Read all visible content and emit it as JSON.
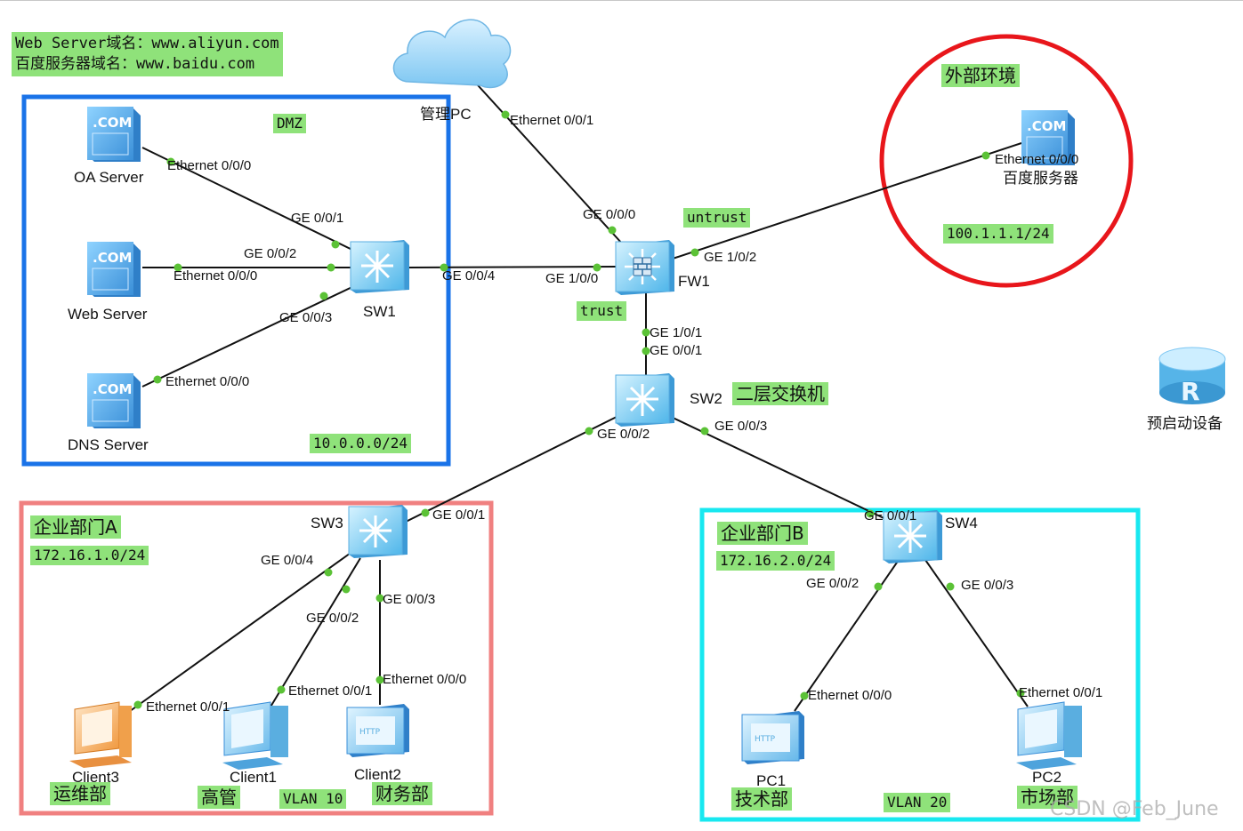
{
  "header_note": {
    "line1": "Web Server域名：www.aliyun.com",
    "line2": "百度服务器域名：www.baidu.com"
  },
  "zones": {
    "dmz": {
      "name": "DMZ",
      "subnet": "10.0.0.0/24"
    },
    "external": {
      "name": "外部环境",
      "subnet": "100.1.1.1/24"
    },
    "dept_a": {
      "name": "企业部门A",
      "subnet": "172.16.1.0/24",
      "vlan": "VLAN 10"
    },
    "dept_b": {
      "name": "企业部门B",
      "subnet": "172.16.2.0/24",
      "vlan": "VLAN 20"
    },
    "untrust": "untrust",
    "trust": "trust",
    "l2_switch": "二层交换机"
  },
  "nodes": {
    "cloud": "管理PC",
    "oa": "OA Server",
    "web": "Web Server",
    "dns": "DNS Server",
    "sw1": "SW1",
    "fw1": "FW1",
    "baidu": "百度服务器",
    "sw2": "SW2",
    "sw3": "SW3",
    "sw4": "SW4",
    "client3": "Client3",
    "client1": "Client1",
    "client2": "Client2",
    "pc1": "PC1",
    "pc2": "PC2",
    "router": "预启动设备"
  },
  "departments": {
    "client3": "运维部",
    "client1": "高管",
    "client2": "财务部",
    "pc1": "技术部",
    "pc2": "市场部"
  },
  "ports": {
    "cloud_eth": "Ethernet 0/0/1",
    "fw_ge000": "GE 0/0/0",
    "oa_eth": "Ethernet 0/0/0",
    "sw1_ge001": "GE 0/0/1",
    "sw1_ge002": "GE 0/0/2",
    "web_eth": "Ethernet 0/0/0",
    "sw1_ge003": "GE 0/0/3",
    "dns_eth": "Ethernet 0/0/0",
    "sw1_ge004": "GE 0/0/4",
    "fw_ge100": "GE 1/0/0",
    "fw_ge102": "GE 1/0/2",
    "baidu_eth": "Ethernet 0/0/0",
    "fw_ge101": "GE 1/0/1",
    "sw2_ge001": "GE 0/0/1",
    "sw2_ge002": "GE 0/0/2",
    "sw2_ge003": "GE 0/0/3",
    "sw3_ge001": "GE 0/0/1",
    "sw3_ge004": "GE 0/0/4",
    "sw3_ge002": "GE 0/0/2",
    "sw3_ge003": "GE 0/0/3",
    "client3_eth": "Ethernet 0/0/1",
    "client1_eth": "Ethernet 0/0/1",
    "client2_eth": "Ethernet 0/0/0",
    "sw4_ge001": "GE 0/0/1",
    "sw4_ge002": "GE 0/0/2",
    "sw4_ge003": "GE 0/0/3",
    "pc1_eth": "Ethernet 0/0/0",
    "pc2_eth": "Ethernet 0/0/1"
  },
  "watermark": "CSDN @Feb_June",
  "colors": {
    "dmz_border": "#1a73e8",
    "external_border": "#e8161b",
    "dept_a_border": "#f08080",
    "dept_b_border": "#18e8f0",
    "label_bg": "#8fe27a",
    "link": "#111111",
    "port_dot": "#5bc236"
  }
}
